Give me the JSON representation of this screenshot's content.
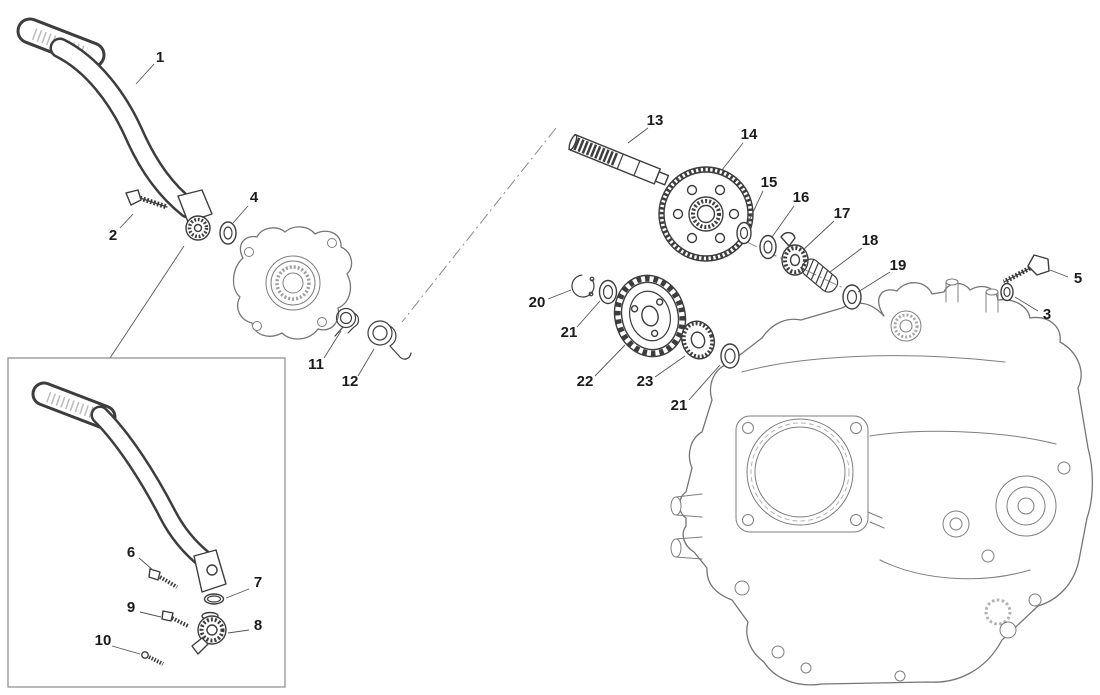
{
  "diagram": {
    "type": "exploded-parts-diagram",
    "subject": "kick-starter-and-crankcase-assembly",
    "background_color": "#ffffff",
    "part_line_color": "#3d3d3d",
    "case_line_color": "#757575",
    "label_color": "#1b1b1b",
    "labels": [
      "1",
      "2",
      "4",
      "13",
      "14",
      "15",
      "16",
      "17",
      "18",
      "19",
      "5",
      "3",
      "20",
      "21",
      "11",
      "12",
      "22",
      "23",
      "21",
      "6",
      "7",
      "9",
      "8",
      "10"
    ]
  }
}
